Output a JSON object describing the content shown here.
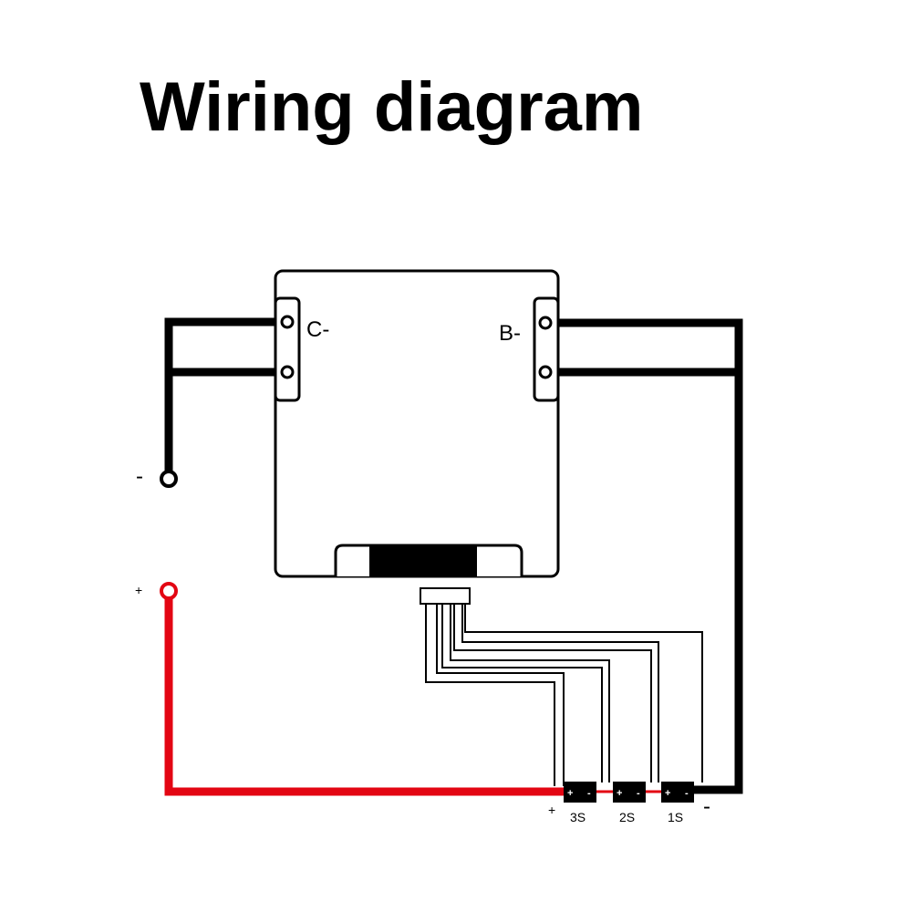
{
  "title": "Wiring diagram",
  "colors": {
    "wire_main": "#000000",
    "wire_positive": "#e30613",
    "background": "#ffffff"
  },
  "board": {
    "left_terminal_label": "C-",
    "right_terminal_label": "B-"
  },
  "output_terminals": {
    "negative_label": "-",
    "positive_label": "+"
  },
  "cells": [
    {
      "label": "3S",
      "plus": "+",
      "minus": "-"
    },
    {
      "label": "2S",
      "plus": "+",
      "minus": "-"
    },
    {
      "label": "1S",
      "plus": "+",
      "minus": "-"
    }
  ],
  "pack": {
    "positive_label": "+",
    "negative_label": "-"
  }
}
